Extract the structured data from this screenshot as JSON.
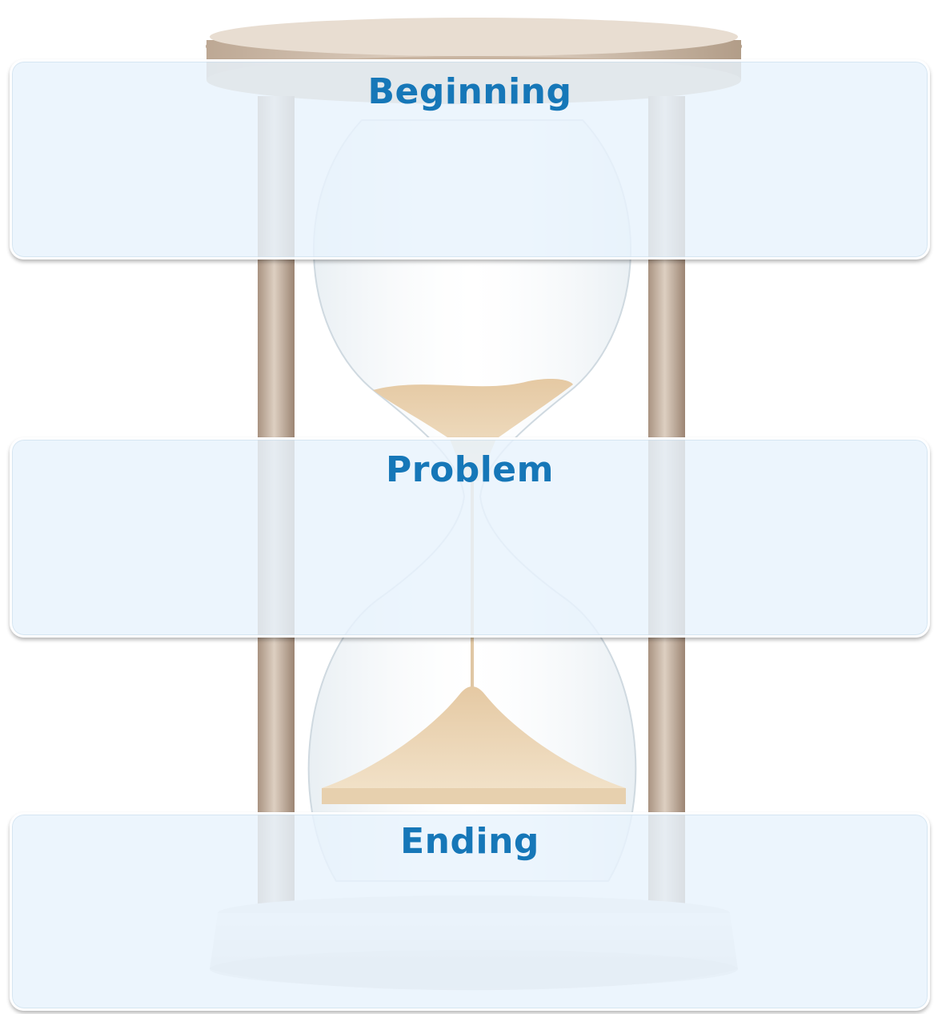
{
  "sections": [
    {
      "id": "beginning",
      "label": "Beginning"
    },
    {
      "id": "problem",
      "label": "Problem"
    },
    {
      "id": "ending",
      "label": "Ending"
    }
  ],
  "colors": {
    "label_text": "#1677b8",
    "panel_fill": "#e8f3fc",
    "sand": "#e9d3b2",
    "frame_wood": "#cbb8a6"
  },
  "background_image": {
    "icon": "hourglass-icon"
  }
}
